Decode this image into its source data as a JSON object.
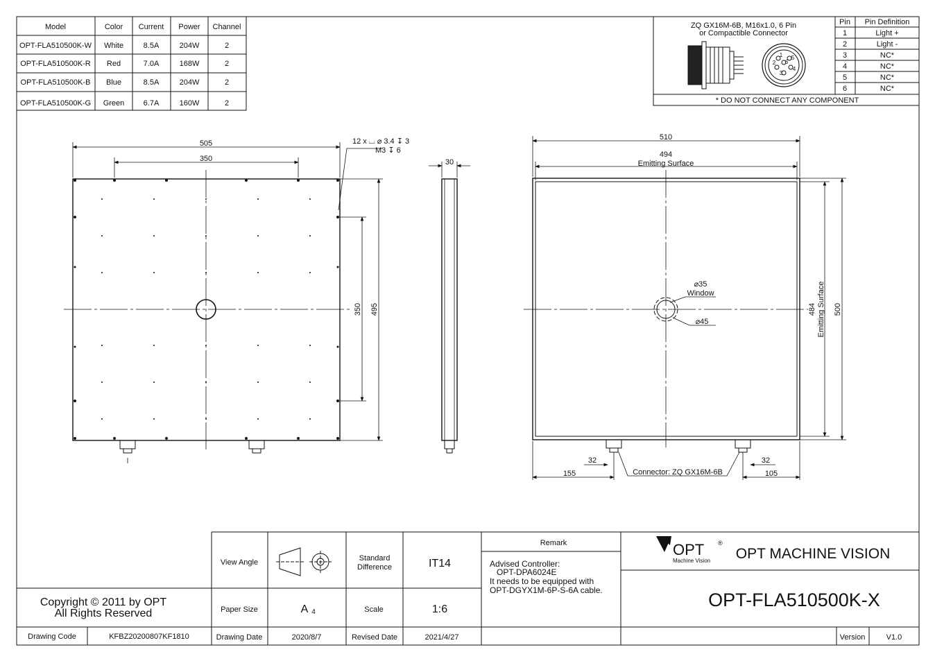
{
  "spec_table": {
    "headers": [
      "Model",
      "Color",
      "Current",
      "Power",
      "Channel"
    ],
    "rows": [
      [
        "OPT-FLA510500K-W",
        "White",
        "8.5A",
        "204W",
        "2"
      ],
      [
        "OPT-FLA510500K-R",
        "Red",
        "7.0A",
        "168W",
        "2"
      ],
      [
        "OPT-FLA510500K-B",
        "Blue",
        "8.5A",
        "204W",
        "2"
      ],
      [
        "OPT-FLA510500K-G",
        "Green",
        "6.7A",
        "160W",
        "2"
      ]
    ]
  },
  "connector": {
    "title_line1": "ZQ GX16M-6B, M16x1.0, 6 Pin",
    "title_line2": "or Compactible Connector",
    "note": "* DO NOT CONNECT ANY COMPONENT",
    "pin_header": "Pin",
    "def_header": "Pin Definition",
    "pins": [
      [
        "1",
        "Light +"
      ],
      [
        "2",
        "Light -"
      ],
      [
        "3",
        "NC*"
      ],
      [
        "4",
        "NC*"
      ],
      [
        "5",
        "NC*"
      ],
      [
        "6",
        "NC*"
      ]
    ],
    "face_labels": [
      "1",
      "2",
      "3",
      "4",
      "5",
      "6"
    ]
  },
  "front_view": {
    "dim_width": "505",
    "dim_hole_span": "350",
    "dim_vert_span": "350",
    "dim_height": "495",
    "hole_note_line1": "12 x ⌴ ⌀ 3.4 ↧ 3",
    "hole_note_line2": "M3 ↧ 6"
  },
  "side_view": {
    "dim_thickness": "30"
  },
  "back_view": {
    "dim_width": "510",
    "dim_emit_width": "494",
    "emit_label": "Emitting Surface",
    "dim_emit_height": "484",
    "emit_label_vert": "Emitting Surface",
    "dim_height": "500",
    "window_dia": "⌀35",
    "window_label": "Window",
    "outer_dia": "⌀45",
    "dim_conn_offset_left": "32",
    "dim_conn_offset_right": "32",
    "dim_left": "155",
    "dim_right": "105",
    "connector_label": "Connector: ZQ GX16M-6B"
  },
  "title_block": {
    "copyright_line1": "Copyright © 2011 by OPT",
    "copyright_line2": "All Rights Reserved",
    "view_angle_label": "View Angle",
    "standard_diff_label": "Standard Difference",
    "standard_diff_value": "IT14",
    "paper_size_label": "Paper Size",
    "paper_size_value": "A",
    "paper_size_sub": "4",
    "scale_label": "Scale",
    "scale_value": "1:6",
    "remark_label": "Remark",
    "remark_lines": [
      "Advised Controller:",
      "   OPT-DPA6024E",
      "It needs to be equipped with",
      "OPT-DGYX1M-6P-S-6A cable."
    ],
    "company_logo": "OPT",
    "company_logo_sub": "Machine Vision",
    "company_name": "OPT MACHINE VISION",
    "part_number": "OPT-FLA510500K-X",
    "drawing_code_label": "Drawing Code",
    "drawing_code_value": "KFBZ20200807KF1810",
    "drawing_date_label": "Drawing Date",
    "drawing_date_value": "2020/8/7",
    "revised_date_label": "Revised Date",
    "revised_date_value": "2021/4/27",
    "version_label": "Version",
    "version_value": "V1.0"
  }
}
